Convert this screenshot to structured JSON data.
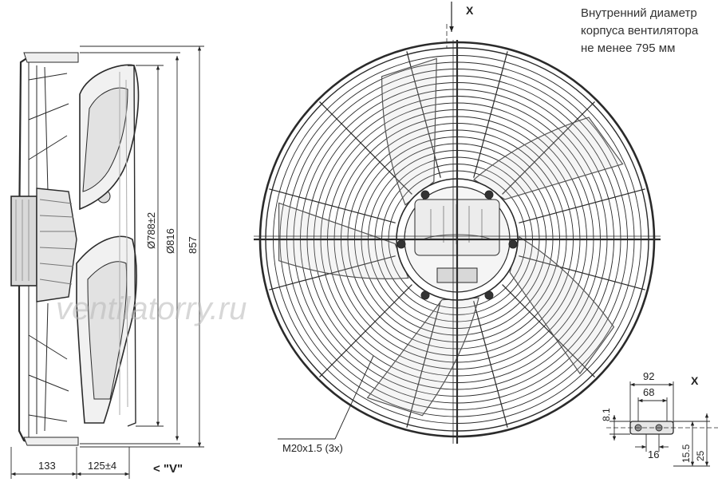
{
  "note_lines": [
    "Внутренний диаметр",
    "корпуса вентилятора",
    "не менее 795 мм"
  ],
  "dims": {
    "d788": "Ø788±2",
    "d816": "Ø816",
    "h857": "857",
    "w133": "133",
    "w125": "125±4",
    "view_v": "< \"V\"",
    "thread": "M20x1.5 (3x)",
    "x_top": "X",
    "x_detail": "X",
    "d92": "92",
    "d68": "68",
    "d8_1": "8.1",
    "d16": "16",
    "d15_5": "15.5",
    "d25": "25"
  },
  "watermark": "ventilatorry.ru",
  "colors": {
    "line": "#2a2a2a",
    "fill_light": "#eeeeee",
    "fill_mid": "#d6d6d6",
    "watermark": "#b8b8b8"
  },
  "icons": {
    "arrow_x": "arrow-down-icon",
    "arrow_v": "chevron-left-icon"
  }
}
